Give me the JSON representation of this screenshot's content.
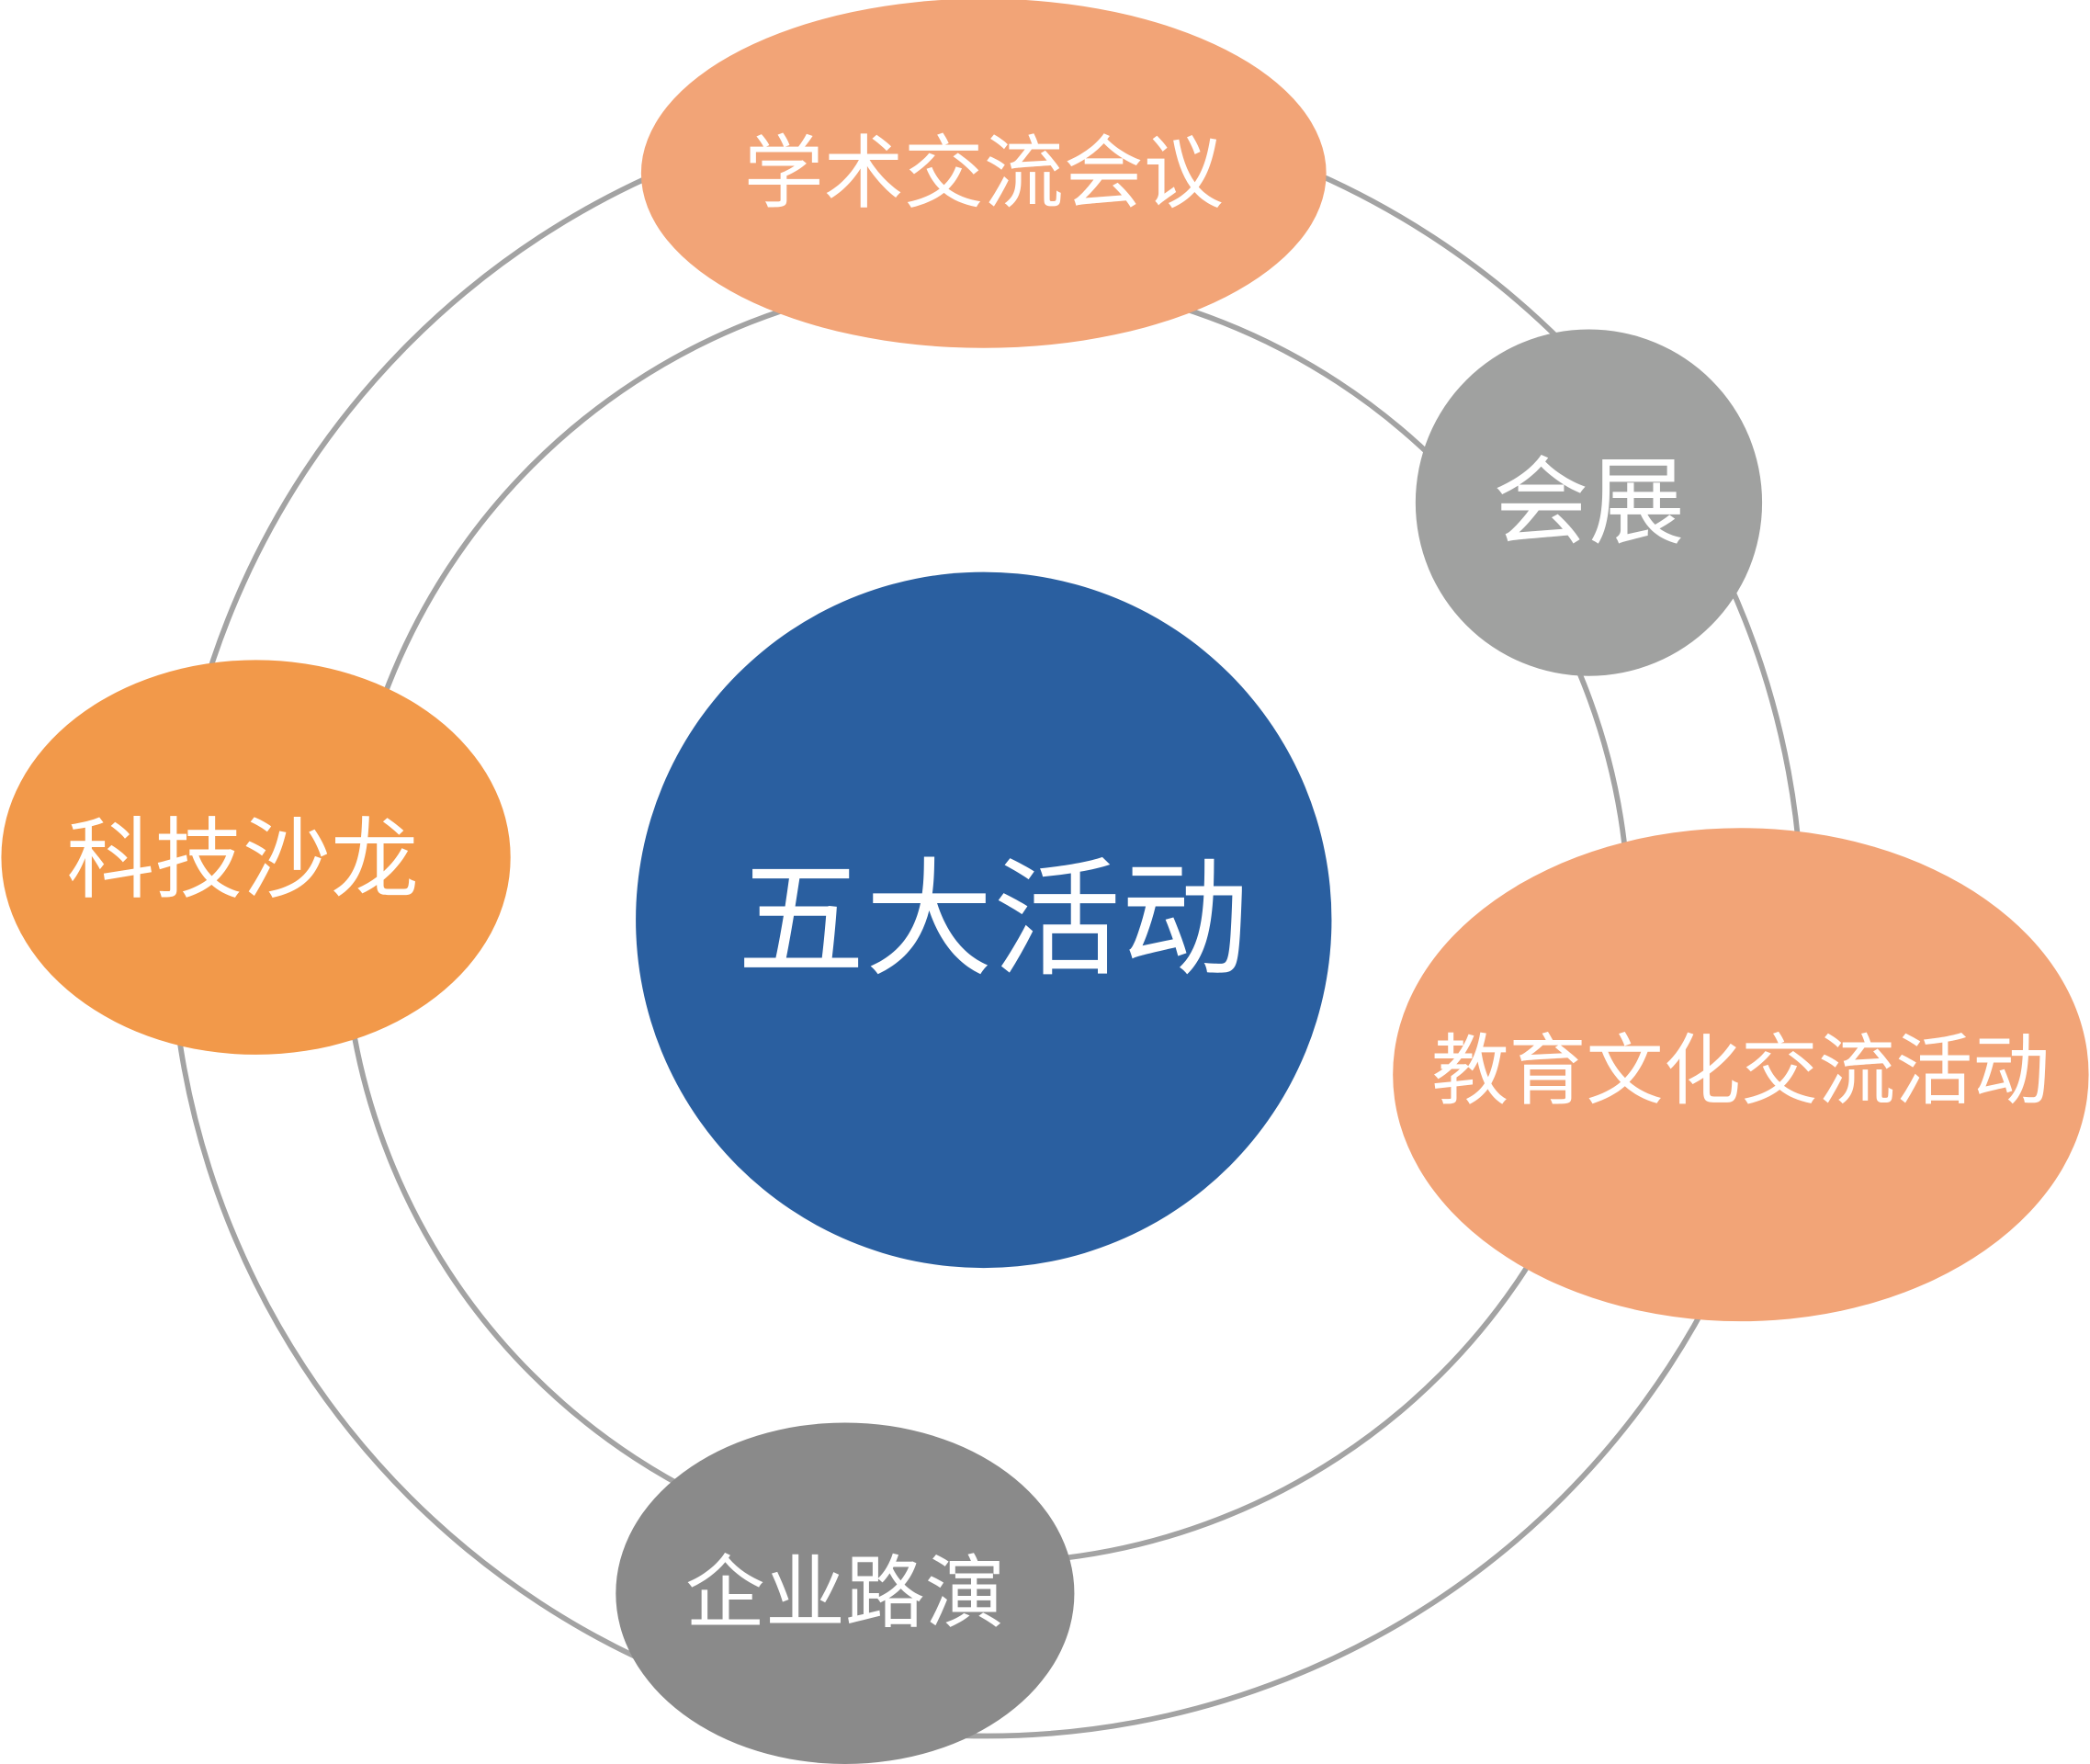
{
  "diagram": {
    "center": {
      "label": "五大活动",
      "color": "#2a5fa0"
    },
    "nodes": [
      {
        "id": "academic",
        "label": "学术交流会议",
        "color": "#f2a477"
      },
      {
        "id": "exhibition",
        "label": "会展",
        "color": "#a0a1a0"
      },
      {
        "id": "tech-salon",
        "label": "科技沙龙",
        "color": "#f2994a"
      },
      {
        "id": "education",
        "label": "教育文化交流活动",
        "color": "#f2a477"
      },
      {
        "id": "roadshow",
        "label": "企业路演",
        "color": "#8a8a8a"
      }
    ],
    "ring_color": "#a3a3a3"
  }
}
